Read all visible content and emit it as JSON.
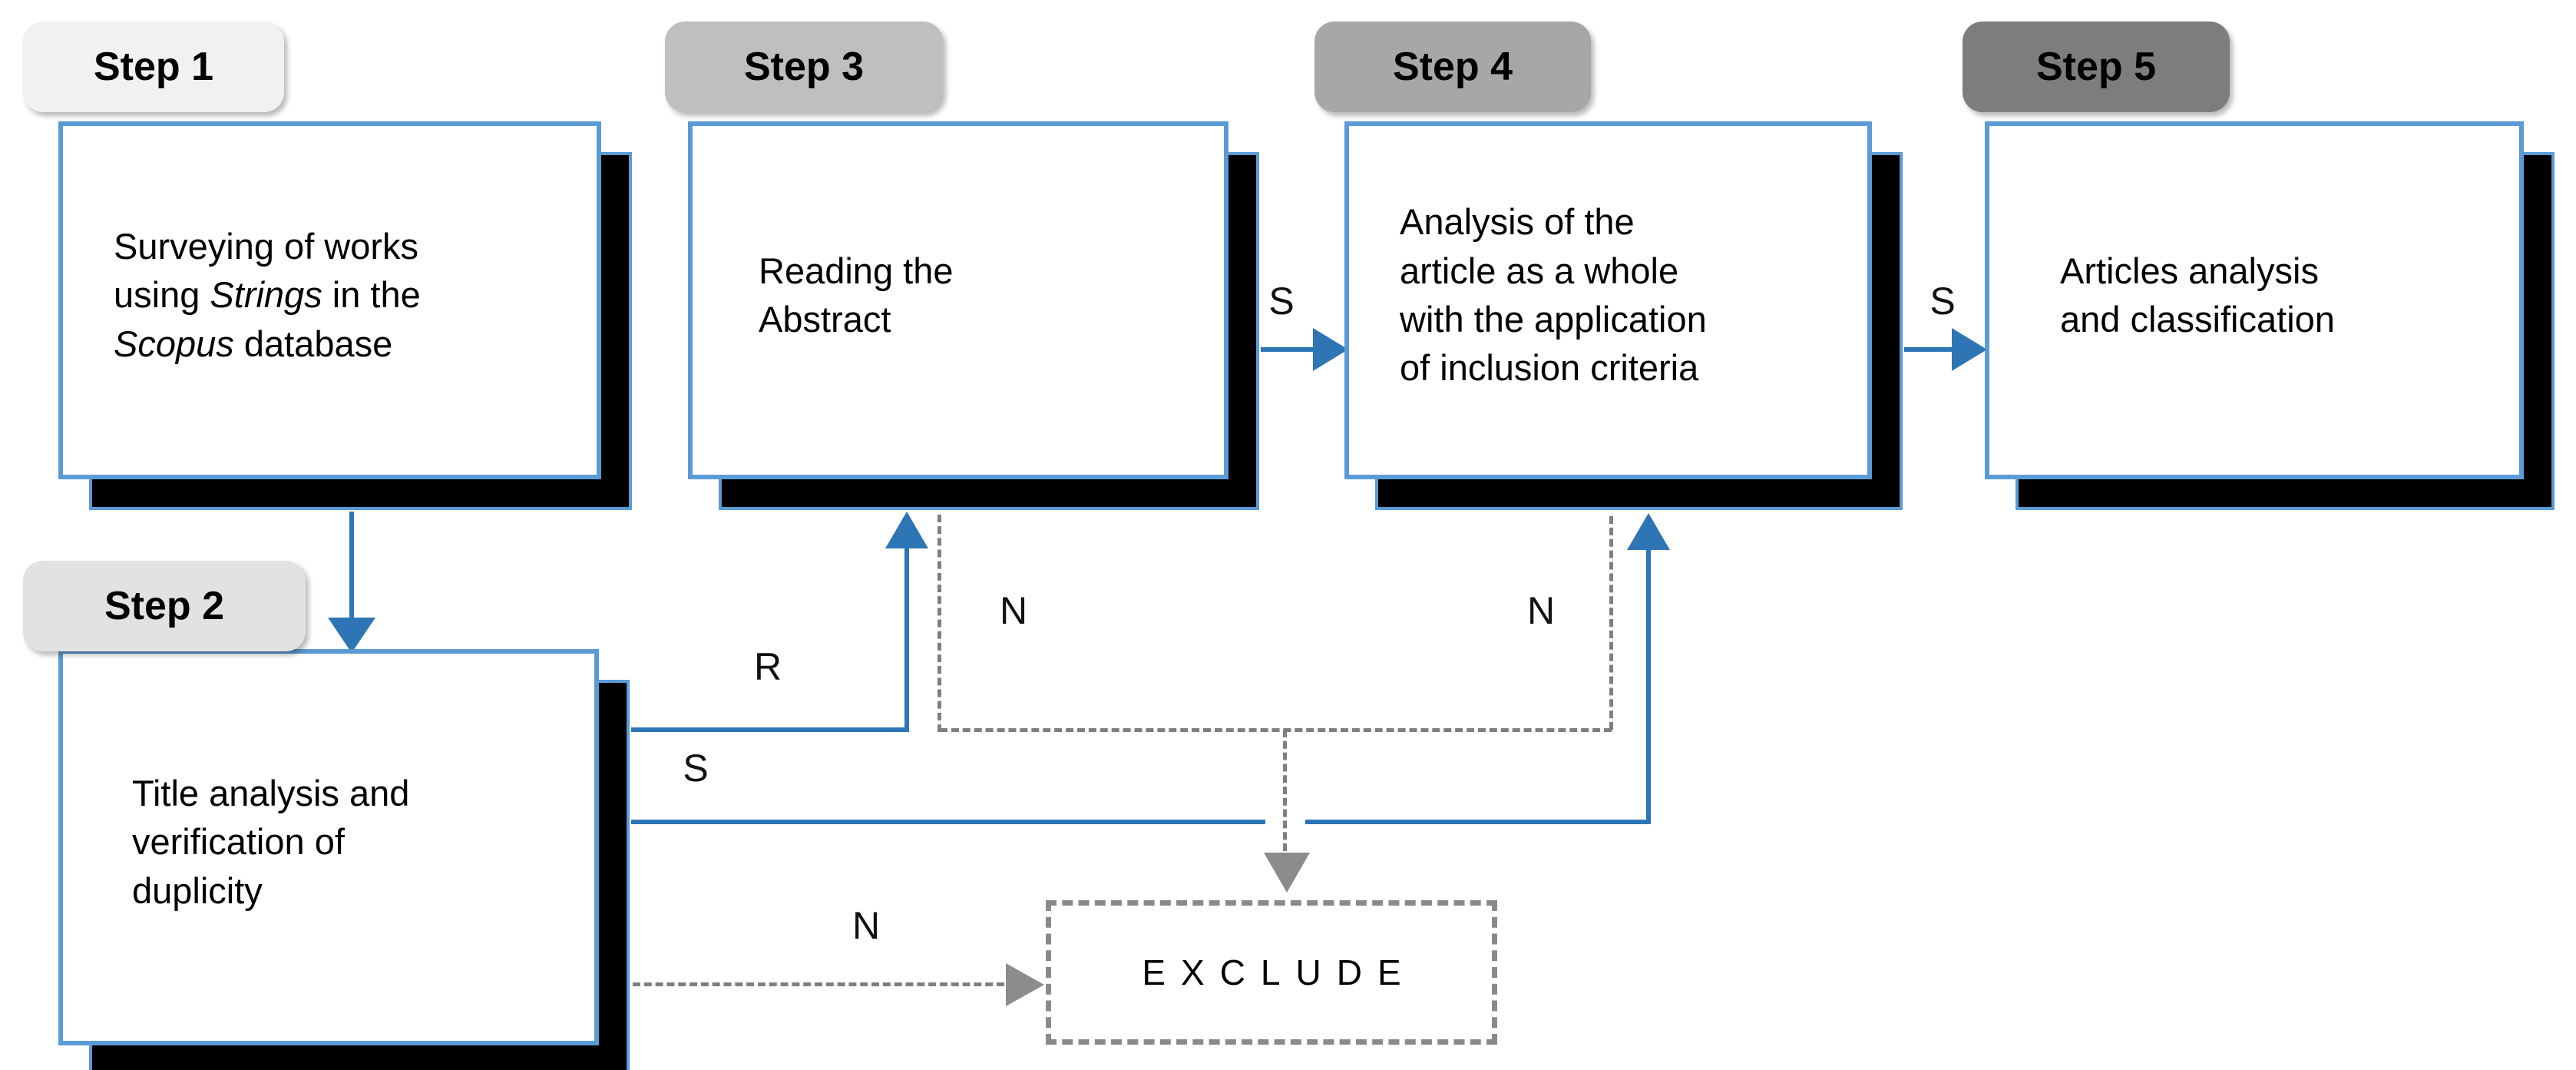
{
  "diagram": {
    "title_implicit": "Article selection process flow",
    "steps": [
      {
        "label": "Step 1",
        "tab_color": "#f1f1f0",
        "text_segments": [
          {
            "t": "Surveying of works\nusing "
          },
          {
            "t": "Strings",
            "i": true
          },
          {
            "t": " in the\n"
          },
          {
            "t": "Scopus",
            "i": true
          },
          {
            "t": " database"
          }
        ]
      },
      {
        "label": "Step 2",
        "tab_color": "#e3e2e2",
        "text_segments": [
          {
            "t": "Title analysis and\nverification of\nduplicity"
          }
        ]
      },
      {
        "label": "Step 3",
        "tab_color": "#c0bfbf",
        "text_segments": [
          {
            "t": "Reading the\nAbstract"
          }
        ]
      },
      {
        "label": "Step 4",
        "tab_color": "#a8a7a7",
        "text_segments": [
          {
            "t": "Analysis of the\narticle as a whole\nwith the application\nof inclusion criteria"
          }
        ]
      },
      {
        "label": "Step 5",
        "tab_color": "#7d7d7d",
        "text_segments": [
          {
            "t": "Articles analysis\nand classification"
          }
        ]
      }
    ],
    "exclude_label": "EXCLUDE",
    "edge_labels": {
      "step2_to_step3": "R",
      "step2_to_step4": "S",
      "step3_to_step4": "S",
      "step4_to_step5": "S",
      "step2_to_exclude": "N",
      "step3_to_exclude": "N",
      "step4_to_exclude": "N"
    },
    "colors": {
      "box_border": "#5b9bd5",
      "arrow_blue": "#2e75b6",
      "dashed_gray": "#7f7f7f",
      "arrow_gray": "#8c8c8c",
      "shadow": "#000000"
    }
  }
}
